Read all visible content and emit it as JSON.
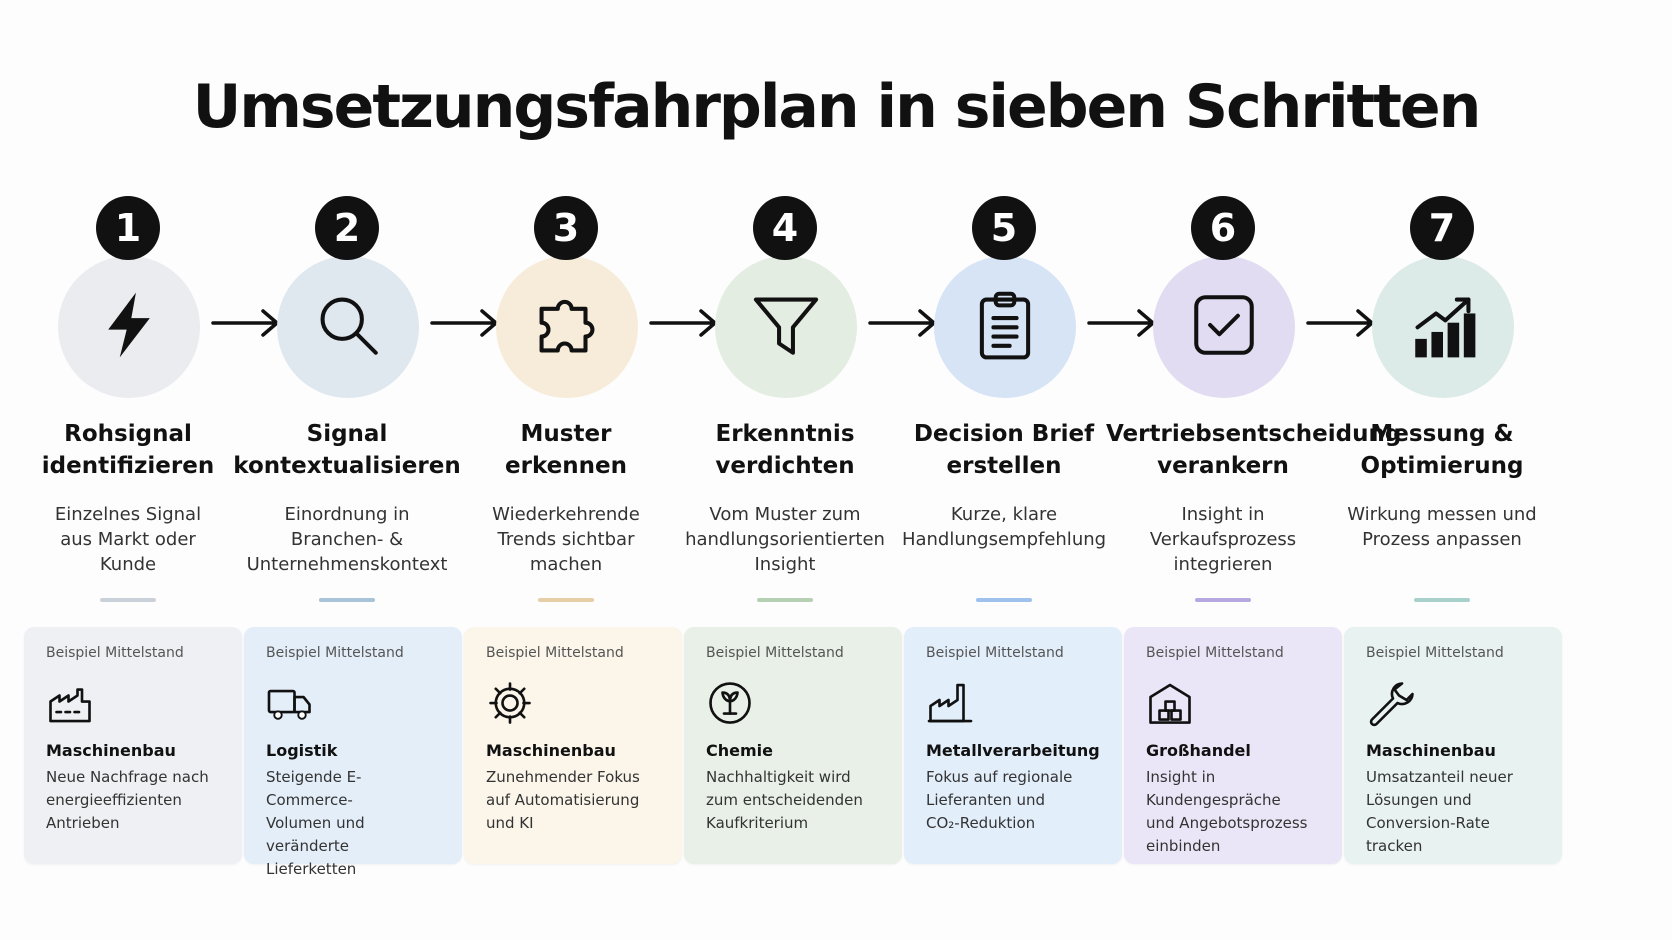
{
  "title": "Umsetzungsfahrplan in sieben Schritten",
  "steps": [
    {
      "number": "1",
      "title_lines": [
        "Rohsignal",
        "identifizieren"
      ],
      "desc_lines": [
        "Einzelnes Signal",
        "aus Markt oder",
        "Kunde"
      ],
      "icon": "lightning-icon",
      "circle_color": "#eaecf0",
      "bar_color": "#c9d0da",
      "example": {
        "label": "Beispiel Mittelstand",
        "icon": "factory-icon",
        "industry": "Maschinenbau",
        "text_lines": [
          "Neue Nachfrage nach",
          "energieeffizienten",
          "Antrieben"
        ],
        "bg": "#eef0f3"
      }
    },
    {
      "number": "2",
      "title_lines": [
        "Signal",
        "kontextualisieren"
      ],
      "desc_lines": [
        "Einordnung in",
        "Branchen- &",
        "Unternehmenskontext"
      ],
      "icon": "search-icon",
      "circle_color": "#dfe7ef",
      "bar_color": "#a9c3d8",
      "example": {
        "label": "Beispiel Mittelstand",
        "icon": "truck-icon",
        "industry": "Logistik",
        "text_lines": [
          "Steigende E-Commerce-",
          "Volumen und veränderte",
          "Lieferketten"
        ],
        "bg": "#e4eef9"
      }
    },
    {
      "number": "3",
      "title_lines": [
        "Muster",
        "erkennen"
      ],
      "desc_lines": [
        "Wiederkehrende",
        "Trends sichtbar",
        "machen"
      ],
      "icon": "puzzle-icon",
      "circle_color": "#f7ebd9",
      "bar_color": "#e6cfa6",
      "example": {
        "label": "Beispiel Mittelstand",
        "icon": "gear-icon",
        "industry": "Maschinenbau",
        "text_lines": [
          "Zunehmender Fokus",
          "auf Automatisierung",
          "und KI"
        ],
        "bg": "#fbf5ea"
      }
    },
    {
      "number": "4",
      "title_lines": [
        "Erkenntnis",
        "verdichten"
      ],
      "desc_lines": [
        "Vom Muster zum",
        "handlungsorientierten",
        "Insight"
      ],
      "icon": "funnel-icon",
      "circle_color": "#e3ede1",
      "bar_color": "#b5d0b3",
      "example": {
        "label": "Beispiel Mittelstand",
        "icon": "leaf-icon",
        "industry": "Chemie",
        "text_lines": [
          "Nachhaltigkeit wird",
          "zum entscheidenden",
          "Kaufkriterium"
        ],
        "bg": "#e8f0e7"
      }
    },
    {
      "number": "5",
      "title_lines": [
        "Decision Brief",
        "erstellen"
      ],
      "desc_lines": [
        "Kurze, klare",
        "Handlungsempfehlung"
      ],
      "icon": "clipboard-icon",
      "circle_color": "#d7e4f6",
      "bar_color": "#9ec2ec",
      "example": {
        "label": "Beispiel Mittelstand",
        "icon": "factory-chimney-icon",
        "industry": "Metallverarbeitung",
        "text_lines": [
          "Fokus auf regionale",
          "Lieferanten und",
          "CO₂-Reduktion"
        ],
        "bg": "#e3eefb"
      }
    },
    {
      "number": "6",
      "title_lines": [
        "Vertriebsentscheidung",
        "verankern"
      ],
      "desc_lines": [
        "Insight in Verkaufsprozess",
        "integrieren"
      ],
      "icon": "checkbox-icon",
      "circle_color": "#e1dcf1",
      "bar_color": "#b6a8e0",
      "example": {
        "label": "Beispiel Mittelstand",
        "icon": "warehouse-icon",
        "industry": "Großhandel",
        "text_lines": [
          "Insight in Kundengespräche",
          "und Angebotsprozess",
          "einbinden"
        ],
        "bg": "#ebe6f7"
      }
    },
    {
      "number": "7",
      "title_lines": [
        "Messung &",
        "Optimierung"
      ],
      "desc_lines": [
        "Wirkung messen und",
        "Prozess anpassen"
      ],
      "icon": "growth-chart-icon",
      "circle_color": "#dcebe8",
      "bar_color": "#a9d1cb",
      "example": {
        "label": "Beispiel Mittelstand",
        "icon": "wrench-icon",
        "industry": "Maschinenbau",
        "text_lines": [
          "Umsatzanteil neuer",
          "Lösungen und",
          "Conversion-Rate",
          "tracken"
        ],
        "bg": "#e8f2f0"
      }
    }
  ]
}
